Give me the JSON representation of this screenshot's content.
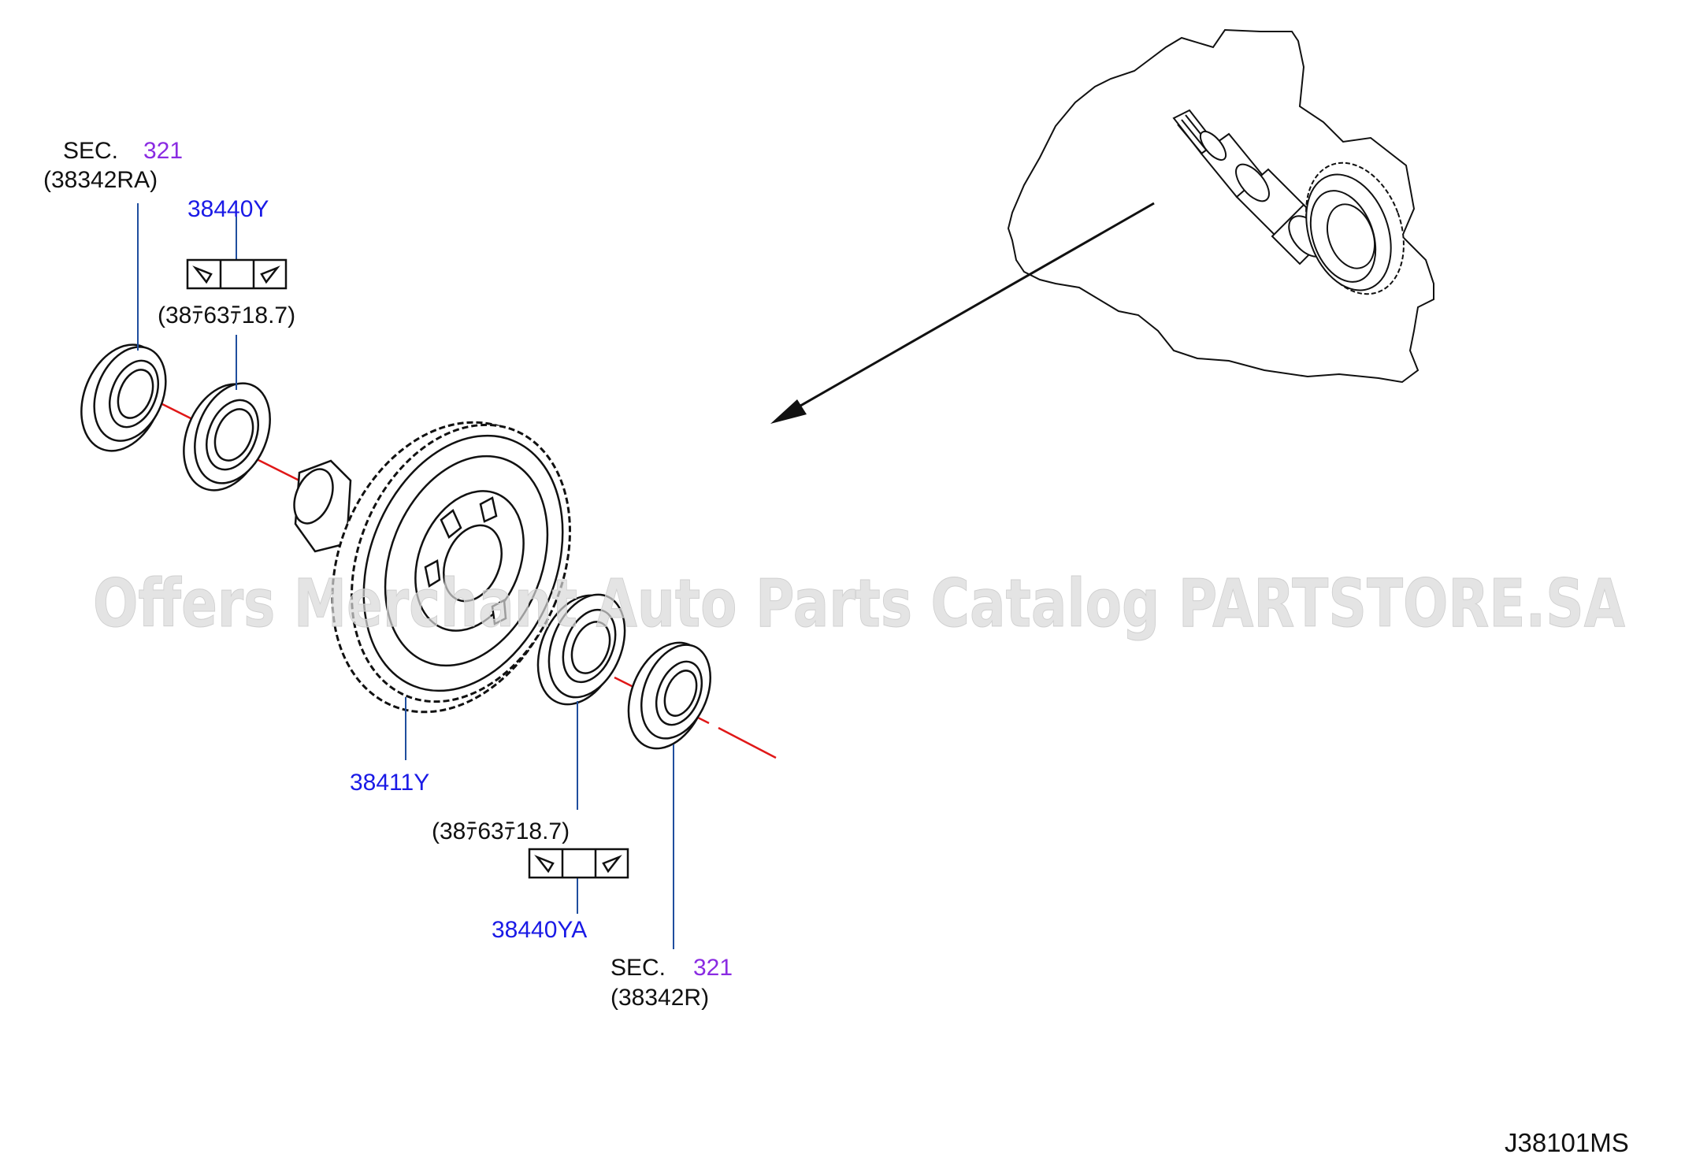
{
  "labels": {
    "sec_top": {
      "sec": "SEC.",
      "number": "321",
      "ref": "(38342RA)"
    },
    "sec_bottom": {
      "sec": "SEC.",
      "number": "321",
      "ref": "(38342R)"
    },
    "part_bearing_top": "38440Y",
    "size_top": "(38ﾃ63ﾃ18.7)",
    "part_gear": "38411Y",
    "size_bottom": "(38ﾃ63ﾃ18.7)",
    "part_bearing_bottom": "38440YA"
  },
  "watermark": "Offers Merchant Auto Parts Catalog PARTSTORE.SA",
  "diagram_code": "J38101MS",
  "colors": {
    "part_link": "#1a1ae6",
    "section_link": "#8a2be2",
    "leader_line": "#1f4e9e",
    "center_line": "#e01818",
    "ink": "#111111",
    "watermark": "#d9d9d9"
  }
}
